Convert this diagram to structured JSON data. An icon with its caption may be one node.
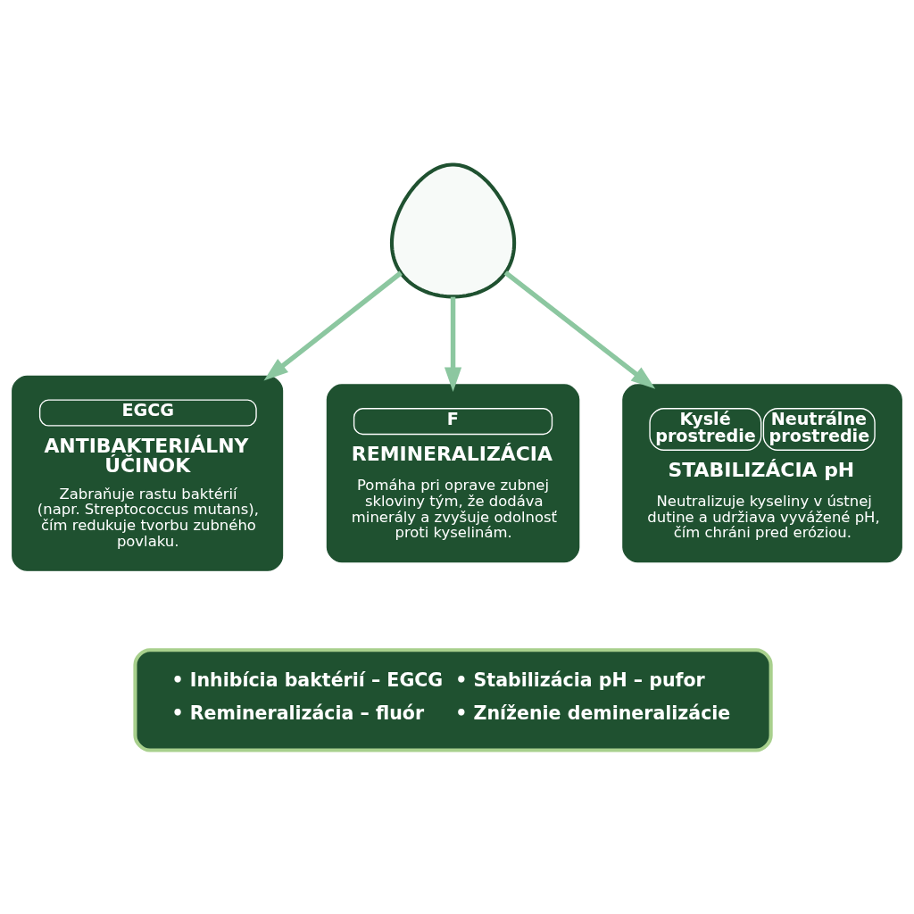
{
  "diagram": {
    "nodes": [
      {
        "text": [],
        "shape": "picture"
      },
      {
        "text": [
          "EGCG",
          "ANTIBAKTERIÁLNY ÚČINOK",
          "Zabraňuje rastu baktérií (napr. Streptococcus mutans), čím redukuje tvorbu zubného povlaku."
        ]
      },
      {
        "text": [
          "F",
          "REMINERALIZÁCIA",
          "Pomáha pri oprave zubnej skloviny tým, že dodáva minerály a zvyšuje odolnosť proti kyselinám."
        ]
      },
      {
        "text": [
          "Kyslé prostredie",
          "Neutrálne prostredie",
          "STABILIZÁCIA pH",
          "Neutralizuje kyseliny v ústnej dutine a udržiava vyvážené pH, čím chráni pred eróziou."
        ]
      },
      {
        "text": [
          "• Inhibícia baktérií – EGCG",
          "• Stabilizácia pH – pufor",
          "• Remineralizácia – fluór",
          "• Zníženie demineralizácie"
        ]
      }
    ],
    "edges": [
      {
        "from": 0,
        "to": 1,
        "arrow": "to"
      },
      {
        "from": 0,
        "to": 2,
        "arrow": "to"
      },
      {
        "from": 0,
        "to": 3,
        "arrow": "to"
      }
    ]
  }
}
